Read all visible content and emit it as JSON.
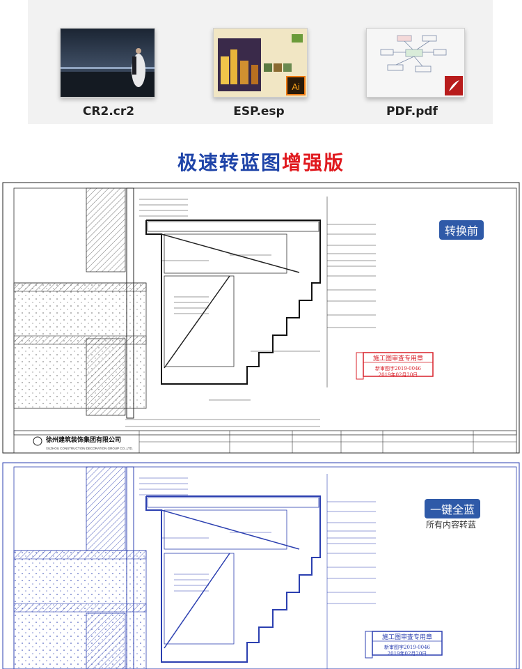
{
  "files": [
    {
      "name": "CR2.cr2",
      "icon": "photo-thumbnail"
    },
    {
      "name": "ESP.esp",
      "icon": "ai-document-thumbnail",
      "badge": "Ai"
    },
    {
      "name": "PDF.pdf",
      "icon": "pdf-document-thumbnail"
    }
  ],
  "headline": {
    "blue": "极速转蓝图",
    "red": "增强版"
  },
  "before_panel": {
    "badge": "转换前",
    "company": "徐州建筑装饰集团有限公司",
    "company_en": "XUZHOU CONSTRUCTION DECORATION GROUP CO.,LTD.",
    "stamp_title": "施工图审查专用章",
    "stamp_code": "新审图字2019-0046",
    "stamp_date": "2019年02月20日"
  },
  "after_panel": {
    "badge": "一键全蓝",
    "caption": "所有内容转蓝",
    "stamp_title": "施工图审查专用章",
    "stamp_code": "新审图字2019-0046",
    "stamp_date": "2019年02月20日"
  },
  "colors": {
    "blue_headline": "#1f44a8",
    "red_headline": "#e0191e",
    "badge_bg": "#2f5aa8",
    "stamp_red": "#d8202a",
    "blueprint": "#2b3fb0"
  }
}
